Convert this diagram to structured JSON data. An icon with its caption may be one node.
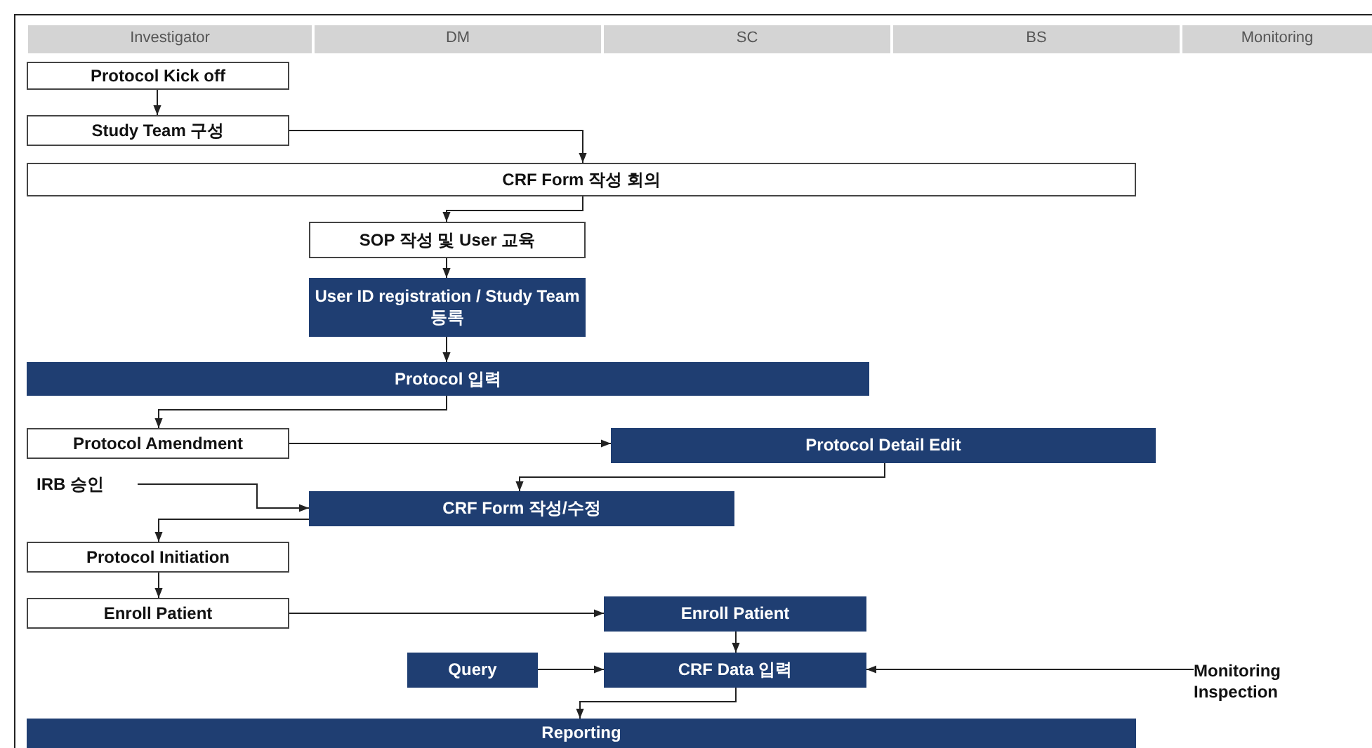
{
  "diagram": {
    "nodes": [
      {
        "text": [
          "Investigator"
        ]
      },
      {
        "text": [
          "DM"
        ]
      },
      {
        "text": [
          "SC"
        ]
      },
      {
        "text": [
          "BS"
        ]
      },
      {
        "text": [
          "Monitoring"
        ]
      },
      {
        "text": [
          "Protocol Kick off"
        ]
      },
      {
        "text": [
          "Study Team 구성"
        ]
      },
      {
        "text": [
          "CRF Form 작성 회의"
        ]
      },
      {
        "text": [
          "SOP 작성 및 User 교육"
        ]
      },
      {
        "text": [
          "User ID registration / Study Team 등록"
        ]
      },
      {
        "text": [
          "Protocol 입력"
        ]
      },
      {
        "text": [
          "Protocol Amendment"
        ]
      },
      {
        "text": [
          "Protocol Detail Edit"
        ]
      },
      {
        "text": [
          "IRB 승인"
        ]
      },
      {
        "text": [
          "CRF Form 작성/수정"
        ]
      },
      {
        "text": [
          "Protocol Initiation"
        ]
      },
      {
        "text": [
          "Enroll Patient"
        ]
      },
      {
        "text": [
          "Enroll Patient"
        ]
      },
      {
        "text": [
          "Query"
        ]
      },
      {
        "text": [
          "CRF Data 입력"
        ]
      },
      {
        "text": [
          "Monitoring Inspection"
        ]
      },
      {
        "text": [
          "Reporting"
        ]
      }
    ],
    "edges": [
      {
        "from": 5,
        "to": 6,
        "arrow": "to"
      },
      {
        "from": 6,
        "to": 7,
        "arrow": "to"
      },
      {
        "from": 7,
        "to": 8,
        "arrow": "to"
      },
      {
        "from": 8,
        "to": 9,
        "arrow": "to"
      },
      {
        "from": 9,
        "to": 10,
        "arrow": "to"
      },
      {
        "from": 10,
        "to": 11,
        "arrow": "to"
      },
      {
        "from": 11,
        "to": 12,
        "arrow": "to"
      },
      {
        "from": 12,
        "to": 14,
        "arrow": "to"
      },
      {
        "from": 13,
        "to": 14,
        "arrow": "to"
      },
      {
        "from": 14,
        "to": 15,
        "arrow": "to"
      },
      {
        "from": 15,
        "to": 16,
        "arrow": "to"
      },
      {
        "from": 16,
        "to": 17,
        "arrow": "to"
      },
      {
        "from": 17,
        "to": 19,
        "arrow": "to"
      },
      {
        "from": 18,
        "to": 19,
        "arrow": "to"
      },
      {
        "from": 20,
        "to": 19,
        "arrow": "to"
      },
      {
        "from": 19,
        "to": 21,
        "arrow": "to"
      }
    ]
  }
}
